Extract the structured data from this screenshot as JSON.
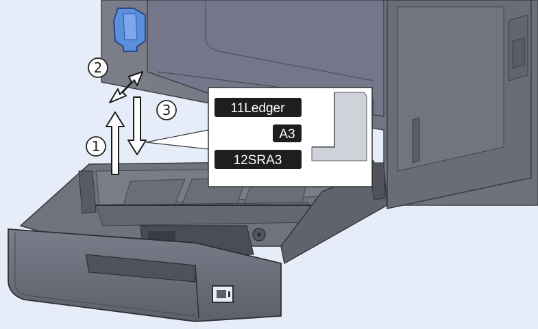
{
  "steps": {
    "step1": "1",
    "step2": "2",
    "step3": "3"
  },
  "size_labels": {
    "ledger": "11Ledger",
    "a3": "A3",
    "sra3": "12SRA3"
  },
  "colors": {
    "background": "#e6edf9",
    "printer_body": "#767982",
    "cassette": "#6c707c",
    "guide_clip": "#5b8fdc",
    "label_plate": "#1e1e1e"
  },
  "icons": {
    "guide_clip": "paper-length-guide-clip",
    "arrows": "movement-arrows"
  }
}
